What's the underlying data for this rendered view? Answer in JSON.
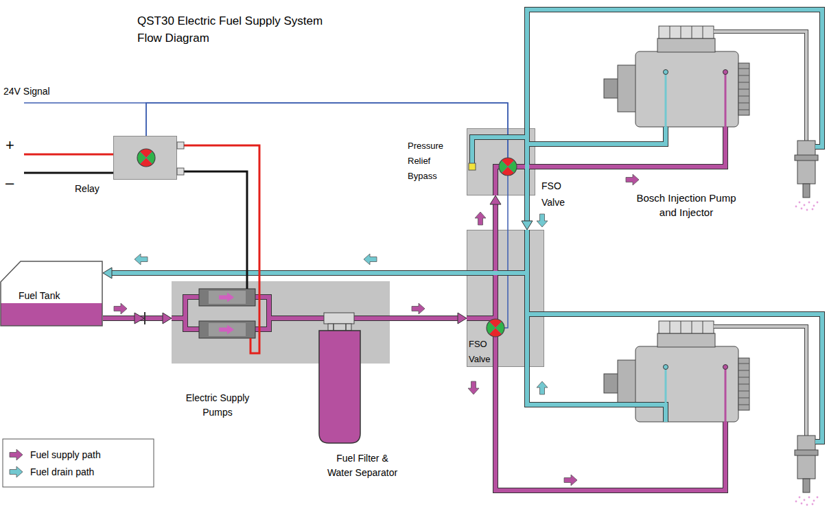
{
  "diagram": {
    "title": "QST30 Electric Fuel Supply System Flow Diagram",
    "nodes": [
      {
        "text": [
          "Relay"
        ]
      },
      {
        "text": [
          "Fuel Tank"
        ]
      },
      {
        "text": [
          "Electric Supply Pumps"
        ]
      },
      {
        "text": [
          "Fuel Filter & Water Separator"
        ]
      },
      {
        "text": [
          "Pressure Relief Bypass",
          "FSO Valve"
        ]
      },
      {
        "text": [
          "FSO Valve"
        ]
      }
    ],
    "edges": [
      {
        "from": 1,
        "to": 2,
        "arrow": "to"
      },
      {
        "from": 3,
        "to": 5,
        "arrow": "to"
      },
      {
        "from": 5,
        "to": 4,
        "arrow": "to"
      },
      {
        "from": 4,
        "to": 5,
        "arrow": "to"
      },
      {
        "from": 5,
        "to": 1,
        "arrow": "to"
      },
      {
        "from": 0,
        "to": 2,
        "arrow": "none"
      },
      {
        "from": 0,
        "to": 2,
        "arrow": "none"
      },
      {
        "from": 0,
        "to": 4,
        "arrow": "none"
      },
      {
        "from": 0,
        "to": 5,
        "arrow": "none"
      }
    ],
    "labels": [
      "24V Signal",
      "+",
      "–",
      "Bosch Injection Pump and Injector"
    ],
    "legend": [
      {
        "text": "Fuel supply path",
        "color": "#b5509f"
      },
      {
        "text": "Fuel drain path",
        "color": "#72c8d0"
      }
    ]
  }
}
